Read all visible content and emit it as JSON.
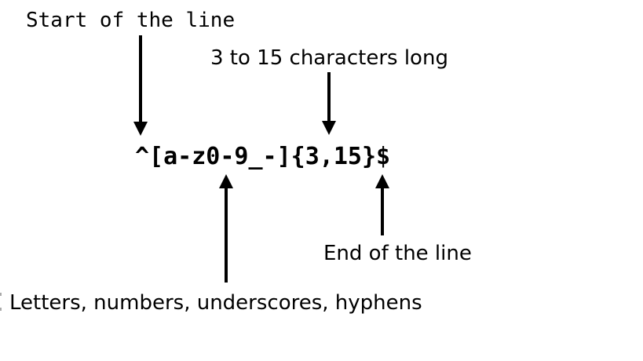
{
  "colors": {
    "background": "#ffffff",
    "ink": "#000000"
  },
  "diagram": {
    "regex": "^[a-z0-9_-]{3,15}$",
    "annotations": [
      {
        "label": "Start of the line",
        "points_to": "^",
        "arrow_direction": "down"
      },
      {
        "label": "3 to 15 characters long",
        "points_to": "{3,15}",
        "arrow_direction": "down"
      },
      {
        "label": "Letters, numbers, underscores, hyphens",
        "points_to": "[a-z0-9_-]",
        "arrow_direction": "up"
      },
      {
        "label": "End of the line",
        "points_to": "$",
        "arrow_direction": "up"
      }
    ]
  }
}
